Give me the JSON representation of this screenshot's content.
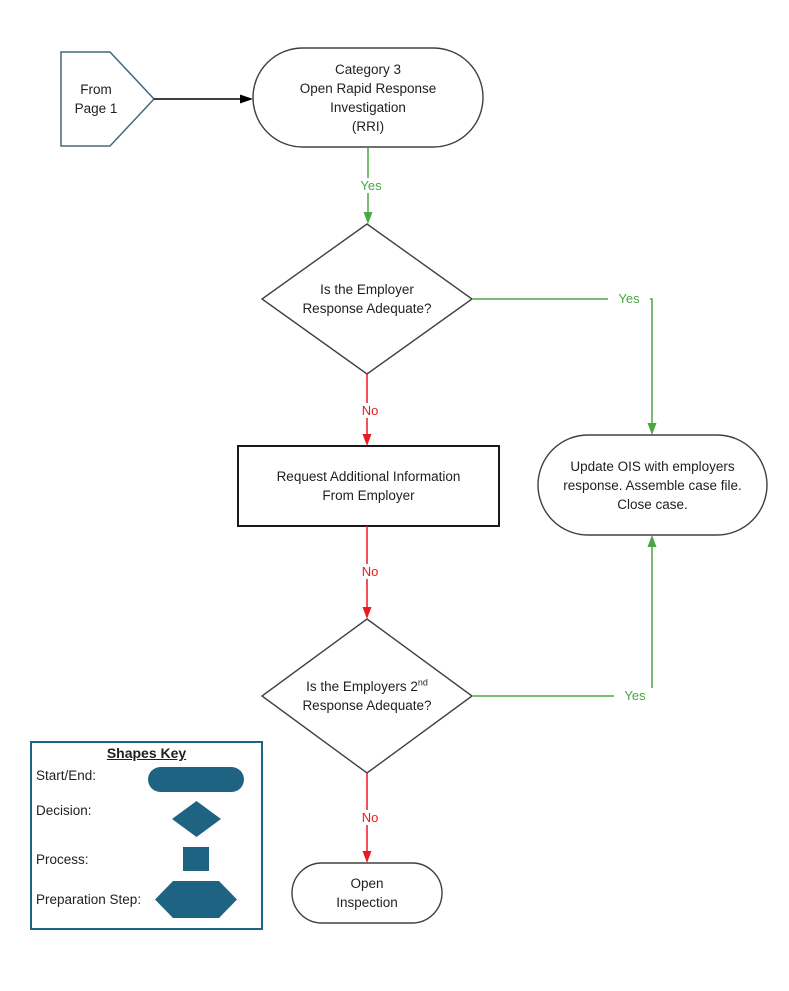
{
  "colors": {
    "yes_green": "#4BA742",
    "no_red": "#E81B23",
    "legend_teal": "#1F6383",
    "offpage_stroke": "#44697D",
    "node_border": "#404040"
  },
  "nodes": {
    "from_page": {
      "shape": "off-page-connector",
      "text": "From\nPage 1"
    },
    "start": {
      "shape": "start-end",
      "text": "Category 3\nOpen Rapid Response\nInvestigation\n(RRI)"
    },
    "decision1": {
      "shape": "decision",
      "text": "Is the Employer\nResponse Adequate?"
    },
    "process1": {
      "shape": "process",
      "text": "Request Additional Information\nFrom Employer"
    },
    "update_ois": {
      "shape": "start-end",
      "text": "Update OIS with employers\nresponse. Assemble case file.\nClose case."
    },
    "decision2": {
      "shape": "decision",
      "line1_prefix": "Is the Employers 2",
      "line1_sup": "nd",
      "line2": "Response Adequate?"
    },
    "open_inspection": {
      "shape": "start-end",
      "text": "Open\nInspection"
    }
  },
  "edge_labels": {
    "yes_top": "Yes",
    "yes_decision1": "Yes",
    "yes_decision2": "Yes",
    "no_decision1": "No",
    "no_process": "No",
    "no_decision2": "No"
  },
  "legend": {
    "title": "Shapes Key",
    "items": [
      {
        "label": "Start/End:",
        "icon": "stadium-shape"
      },
      {
        "label": "Decision:",
        "icon": "diamond-shape"
      },
      {
        "label": "Process:",
        "icon": "square-shape"
      },
      {
        "label": "Preparation Step:",
        "icon": "hexagon-shape"
      }
    ]
  }
}
